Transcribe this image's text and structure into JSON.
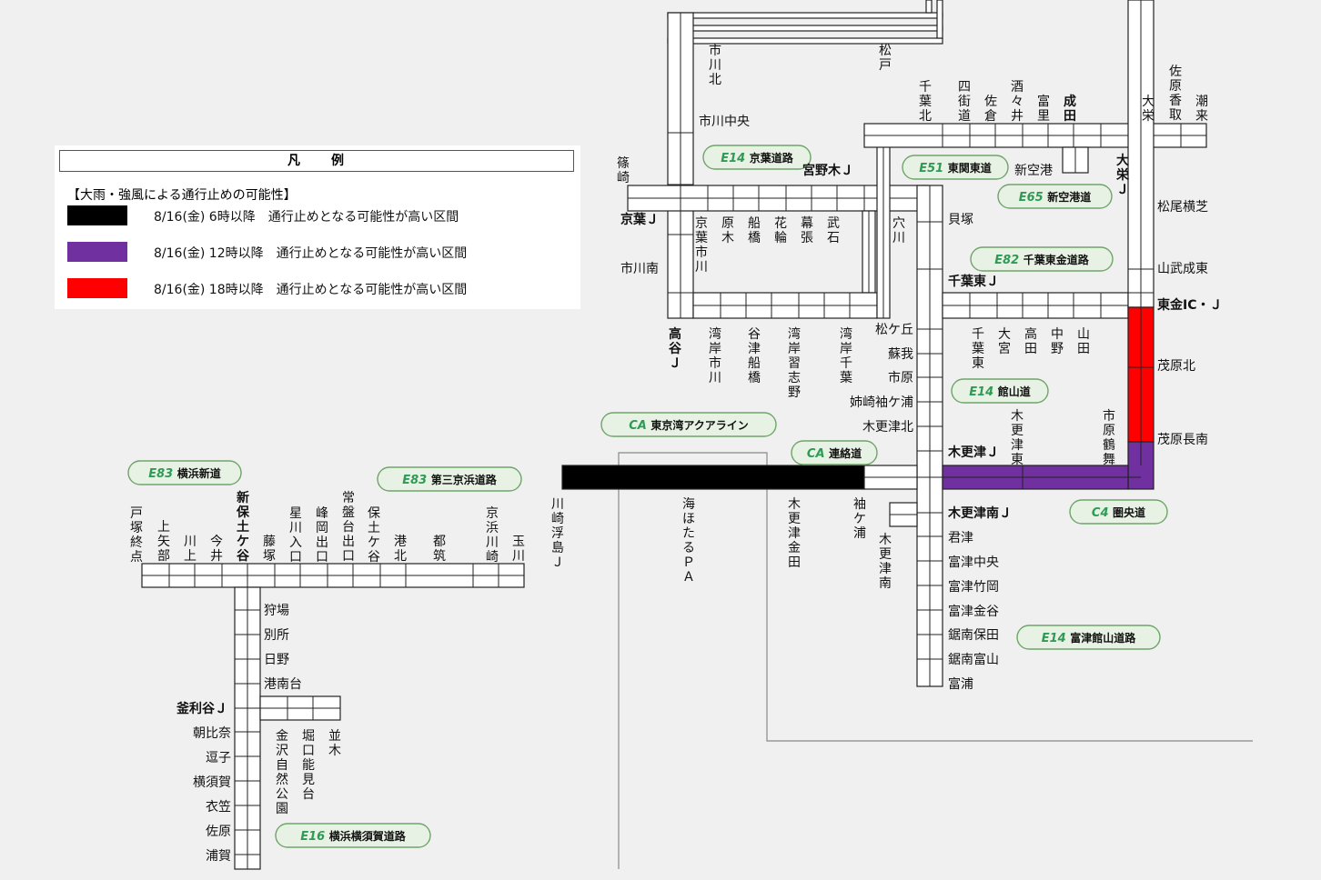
{
  "legend": {
    "title": "凡　　例",
    "subtitle": "【大雨・強風による通行止めの可能性】",
    "items": [
      {
        "color": "#000000",
        "label": "8/16(金) 6時以降　通行止めとなる可能性が高い区間"
      },
      {
        "color": "#7030a0",
        "label": "8/16(金) 12時以降　通行止めとなる可能性が高い区間"
      },
      {
        "color": "#ff0000",
        "label": "8/16(金) 18時以降　通行止めとなる可能性が高い区間"
      }
    ]
  },
  "routes": [
    {
      "code": "E14",
      "name": "京葉道路"
    },
    {
      "code": "E51",
      "name": "東関東道"
    },
    {
      "code": "E65",
      "name": "新空港道"
    },
    {
      "code": "E82",
      "name": "千葉東金道路"
    },
    {
      "code": "E14",
      "name": "館山道"
    },
    {
      "code": "CA",
      "name": "東京湾アクアライン"
    },
    {
      "code": "CA",
      "name": "連絡道"
    },
    {
      "code": "E83",
      "name": "横浜新道"
    },
    {
      "code": "E83",
      "name": "第三京浜道路"
    },
    {
      "code": "C4",
      "name": "圏央道"
    },
    {
      "code": "E14",
      "name": "富津館山道路"
    },
    {
      "code": "E16",
      "name": "横浜横須賀道路"
    }
  ],
  "labels": {
    "h": [
      {
        "t": "市川中央",
        "b": false
      },
      {
        "t": "京葉Ｊ",
        "b": true
      },
      {
        "t": "市川南",
        "b": false
      },
      {
        "t": "宮野木Ｊ",
        "b": true
      },
      {
        "t": "新空港",
        "b": false
      },
      {
        "t": "貝塚",
        "b": false
      },
      {
        "t": "千葉東Ｊ",
        "b": true
      },
      {
        "t": "松尾横芝",
        "b": false
      },
      {
        "t": "山武成東",
        "b": false
      },
      {
        "t": "東金IC・Ｊ",
        "b": true
      },
      {
        "t": "茂原北",
        "b": false
      },
      {
        "t": "茂原長南",
        "b": false
      },
      {
        "t": "松ケ丘",
        "b": false
      },
      {
        "t": "蘇我",
        "b": false
      },
      {
        "t": "市原",
        "b": false
      },
      {
        "t": "姉崎袖ケ浦",
        "b": false
      },
      {
        "t": "木更津北",
        "b": false
      },
      {
        "t": "木更津Ｊ",
        "b": true
      },
      {
        "t": "木更津南Ｊ",
        "b": true
      },
      {
        "t": "君津",
        "b": false
      },
      {
        "t": "富津中央",
        "b": false
      },
      {
        "t": "富津竹岡",
        "b": false
      },
      {
        "t": "富津金谷",
        "b": false
      },
      {
        "t": "鋸南保田",
        "b": false
      },
      {
        "t": "鋸南富山",
        "b": false
      },
      {
        "t": "富浦",
        "b": false
      },
      {
        "t": "狩場",
        "b": false
      },
      {
        "t": "別所",
        "b": false
      },
      {
        "t": "日野",
        "b": false
      },
      {
        "t": "港南台",
        "b": false
      },
      {
        "t": "釜利谷Ｊ",
        "b": true
      },
      {
        "t": "朝比奈",
        "b": false
      },
      {
        "t": "逗子",
        "b": false
      },
      {
        "t": "横須賀",
        "b": false
      },
      {
        "t": "衣笠",
        "b": false
      },
      {
        "t": "佐原",
        "b": false
      },
      {
        "t": "浦賀",
        "b": false
      }
    ],
    "v": [
      {
        "t": "市川北",
        "b": false
      },
      {
        "t": "松戸",
        "b": false
      },
      {
        "t": "篠崎",
        "b": false
      },
      {
        "t": "千葉北",
        "b": false
      },
      {
        "t": "四街道",
        "b": false
      },
      {
        "t": "佐倉",
        "b": false
      },
      {
        "t": "酒々井",
        "b": false
      },
      {
        "t": "富里",
        "b": false
      },
      {
        "t": "成田",
        "b": true
      },
      {
        "t": "大栄",
        "b": false
      },
      {
        "t": "佐原香取",
        "b": false
      },
      {
        "t": "潮来",
        "b": false
      },
      {
        "t": "大栄Ｊ",
        "b": true
      },
      {
        "t": "京葉市川",
        "b": false
      },
      {
        "t": "原木",
        "b": false
      },
      {
        "t": "船橋",
        "b": false
      },
      {
        "t": "花輪",
        "b": false
      },
      {
        "t": "幕張",
        "b": false
      },
      {
        "t": "武石",
        "b": false
      },
      {
        "t": "穴川",
        "b": false
      },
      {
        "t": "高谷Ｊ",
        "b": true
      },
      {
        "t": "湾岸市川",
        "b": false
      },
      {
        "t": "谷津船橋",
        "b": false
      },
      {
        "t": "湾岸習志野",
        "b": false
      },
      {
        "t": "湾岸千葉",
        "b": false
      },
      {
        "t": "千葉東",
        "b": false
      },
      {
        "t": "大宮",
        "b": false
      },
      {
        "t": "高田",
        "b": false
      },
      {
        "t": "中野",
        "b": false
      },
      {
        "t": "山田",
        "b": false
      },
      {
        "t": "木更津東",
        "b": false
      },
      {
        "t": "市原鶴舞",
        "b": false
      },
      {
        "t": "川崎浮島Ｊ",
        "b": false
      },
      {
        "t": "海ほたるＰＡ",
        "b": false
      },
      {
        "t": "木更津金田",
        "b": false
      },
      {
        "t": "袖ケ浦",
        "b": false
      },
      {
        "t": "木更津南",
        "b": false
      },
      {
        "t": "戸塚終点",
        "b": false
      },
      {
        "t": "上矢部",
        "b": false
      },
      {
        "t": "川上",
        "b": false
      },
      {
        "t": "今井",
        "b": false
      },
      {
        "t": "新保土ケ谷",
        "b": true
      },
      {
        "t": "藤塚",
        "b": false
      },
      {
        "t": "星川入口",
        "b": false
      },
      {
        "t": "峰岡出口",
        "b": false
      },
      {
        "t": "常盤台出口",
        "b": false
      },
      {
        "t": "保土ケ谷",
        "b": false
      },
      {
        "t": "港北",
        "b": false
      },
      {
        "t": "都筑",
        "b": false
      },
      {
        "t": "京浜川崎",
        "b": false
      },
      {
        "t": "玉川",
        "b": false
      },
      {
        "t": "金沢自然公園",
        "b": false
      },
      {
        "t": "堀口能見台",
        "b": false
      },
      {
        "t": "並木",
        "b": false
      }
    ]
  }
}
